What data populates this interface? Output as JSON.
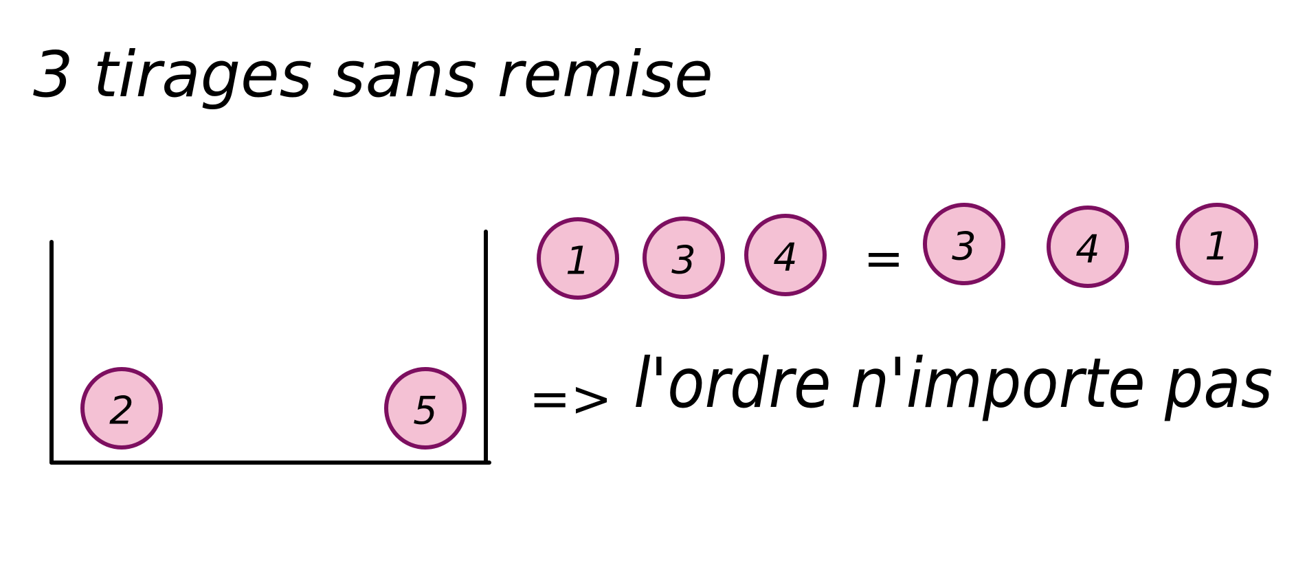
{
  "title": "3 tirages sans remise",
  "urn": {
    "balls": [
      "2",
      "5"
    ]
  },
  "drawn": {
    "left": [
      "1",
      "3",
      "4"
    ],
    "equals": "=",
    "right": [
      "3",
      "4",
      "1"
    ]
  },
  "conclusion": {
    "arrow": "=>",
    "text": "l'ordre n'importe pas"
  },
  "colors": {
    "ball_fill": "#f4c1d4",
    "ball_stroke": "#7d0f60",
    "ink": "#000000"
  }
}
